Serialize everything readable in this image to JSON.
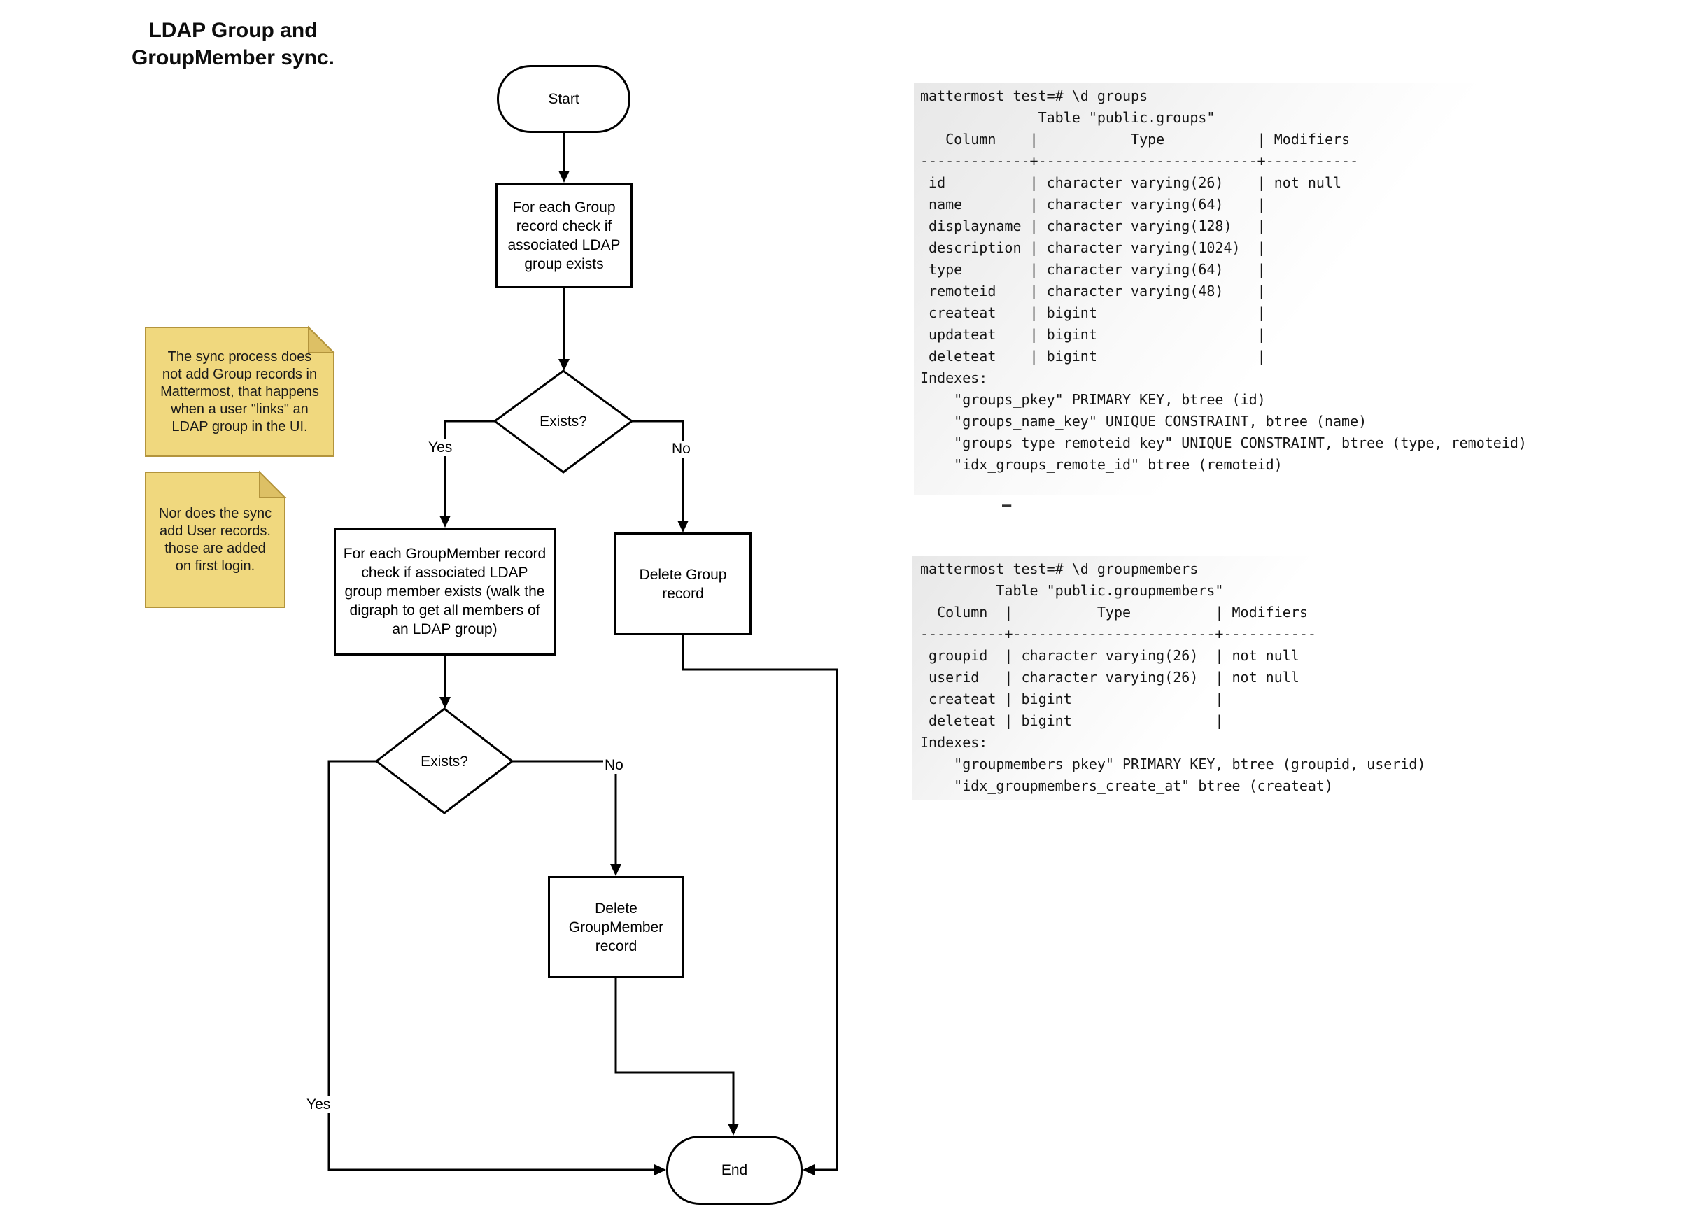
{
  "title": {
    "text": "LDAP Group and\nGroupMember sync."
  },
  "flowchart": {
    "start": "Start",
    "step_group_check": "For each Group\nrecord check if\nassociated LDAP\ngroup exists",
    "decision1": "Exists?",
    "yes1": "Yes",
    "no1": "No",
    "step_member_check": "For each GroupMember record\ncheck if associated LDAP\ngroup member exists (walk the\ndigraph to get all members of\nan LDAP group)",
    "delete_group": "Delete Group\nrecord",
    "decision2": "Exists?",
    "yes2": "Yes",
    "no2": "No",
    "delete_member": "Delete\nGroupMember\nrecord",
    "end": "End"
  },
  "notes": {
    "note1": "The sync process does\nnot add Group records in\nMattermost, that happens\nwhen a user \"links\" an\nLDAP group in the UI.",
    "note2": "Nor does the sync\nadd User records.\nthose are added\non first login."
  },
  "terminals": {
    "groups": "mattermost_test=# \\d groups\n              Table \"public.groups\"\n   Column    |           Type           | Modifiers\n-------------+--------------------------+-----------\n id          | character varying(26)    | not null\n name        | character varying(64)    | \n displayname | character varying(128)   | \n description | character varying(1024)  | \n type        | character varying(64)    | \n remoteid    | character varying(48)    | \n createat    | bigint                   | \n updateat    | bigint                   | \n deleteat    | bigint                   | \nIndexes:\n    \"groups_pkey\" PRIMARY KEY, btree (id)\n    \"groups_name_key\" UNIQUE CONSTRAINT, btree (name)\n    \"groups_type_remoteid_key\" UNIQUE CONSTRAINT, btree (type, remoteid)\n    \"idx_groups_remote_id\" btree (remoteid)",
    "groupmembers": "mattermost_test=# \\d groupmembers\n         Table \"public.groupmembers\"\n  Column  |          Type          | Modifiers\n----------+------------------------+-----------\n groupid  | character varying(26)  | not null\n userid   | character varying(26)  | not null\n createat | bigint                 | \n deleteat | bigint                 | \nIndexes:\n    \"groupmembers_pkey\" PRIMARY KEY, btree (groupid, userid)\n    \"idx_groupmembers_create_at\" btree (createat)"
  },
  "stray_mark": "–",
  "colors": {
    "note_fill": "#f0d87e",
    "note_fold": "#ddc065",
    "note_border": "#b3943c",
    "terminal_bg": "#e8e8e8",
    "line": "#000000",
    "flow_fill": "#ffffff"
  }
}
